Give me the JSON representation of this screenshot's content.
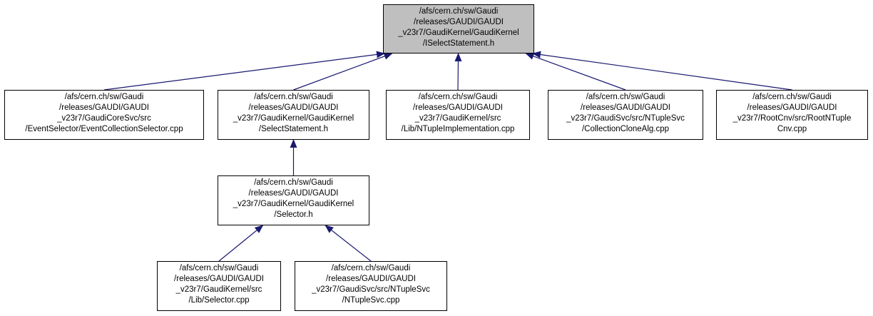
{
  "colors": {
    "edge": "#191970",
    "root_fill": "#bfbfbf",
    "node_fill": "#ffffff",
    "border": "#000000"
  },
  "nodes": {
    "root": {
      "lines": [
        "/afs/cern.ch/sw/Gaudi",
        "/releases/GAUDI/GAUDI",
        "_v23r7/GaudiKernel/GaudiKernel",
        "/ISelectStatement.h"
      ]
    },
    "event_collection_selector": {
      "lines": [
        "/afs/cern.ch/sw/Gaudi",
        "/releases/GAUDI/GAUDI",
        "_v23r7/GaudiCoreSvc/src",
        "/EventSelector/EventCollectionSelector.cpp"
      ]
    },
    "select_statement": {
      "lines": [
        "/afs/cern.ch/sw/Gaudi",
        "/releases/GAUDI/GAUDI",
        "_v23r7/GaudiKernel/GaudiKernel",
        "/SelectStatement.h"
      ]
    },
    "ntuple_implementation": {
      "lines": [
        "/afs/cern.ch/sw/Gaudi",
        "/releases/GAUDI/GAUDI",
        "_v23r7/GaudiKernel/src",
        "/Lib/NTupleImplementation.cpp"
      ]
    },
    "collection_clone_alg": {
      "lines": [
        "/afs/cern.ch/sw/Gaudi",
        "/releases/GAUDI/GAUDI",
        "_v23r7/GaudiSvc/src/NTupleSvc",
        "/CollectionCloneAlg.cpp"
      ]
    },
    "root_ntuple_cnv": {
      "lines": [
        "/afs/cern.ch/sw/Gaudi",
        "/releases/GAUDI/GAUDI",
        "_v23r7/RootCnv/src/RootNTuple",
        "Cnv.cpp"
      ]
    },
    "selector_h": {
      "lines": [
        "/afs/cern.ch/sw/Gaudi",
        "/releases/GAUDI/GAUDI",
        "_v23r7/GaudiKernel/GaudiKernel",
        "/Selector.h"
      ]
    },
    "selector_cpp": {
      "lines": [
        "/afs/cern.ch/sw/Gaudi",
        "/releases/GAUDI/GAUDI",
        "_v23r7/GaudiKernel/src",
        "/Lib/Selector.cpp"
      ]
    },
    "ntuple_svc": {
      "lines": [
        "/afs/cern.ch/sw/Gaudi",
        "/releases/GAUDI/GAUDI",
        "_v23r7/GaudiSvc/src/NTupleSvc",
        "/NTupleSvc.cpp"
      ]
    }
  },
  "edges": [
    {
      "from": "event_collection_selector",
      "to": "root"
    },
    {
      "from": "select_statement",
      "to": "root"
    },
    {
      "from": "ntuple_implementation",
      "to": "root"
    },
    {
      "from": "collection_clone_alg",
      "to": "root"
    },
    {
      "from": "root_ntuple_cnv",
      "to": "root"
    },
    {
      "from": "selector_h",
      "to": "select_statement"
    },
    {
      "from": "selector_cpp",
      "to": "selector_h"
    },
    {
      "from": "ntuple_svc",
      "to": "selector_h"
    }
  ]
}
